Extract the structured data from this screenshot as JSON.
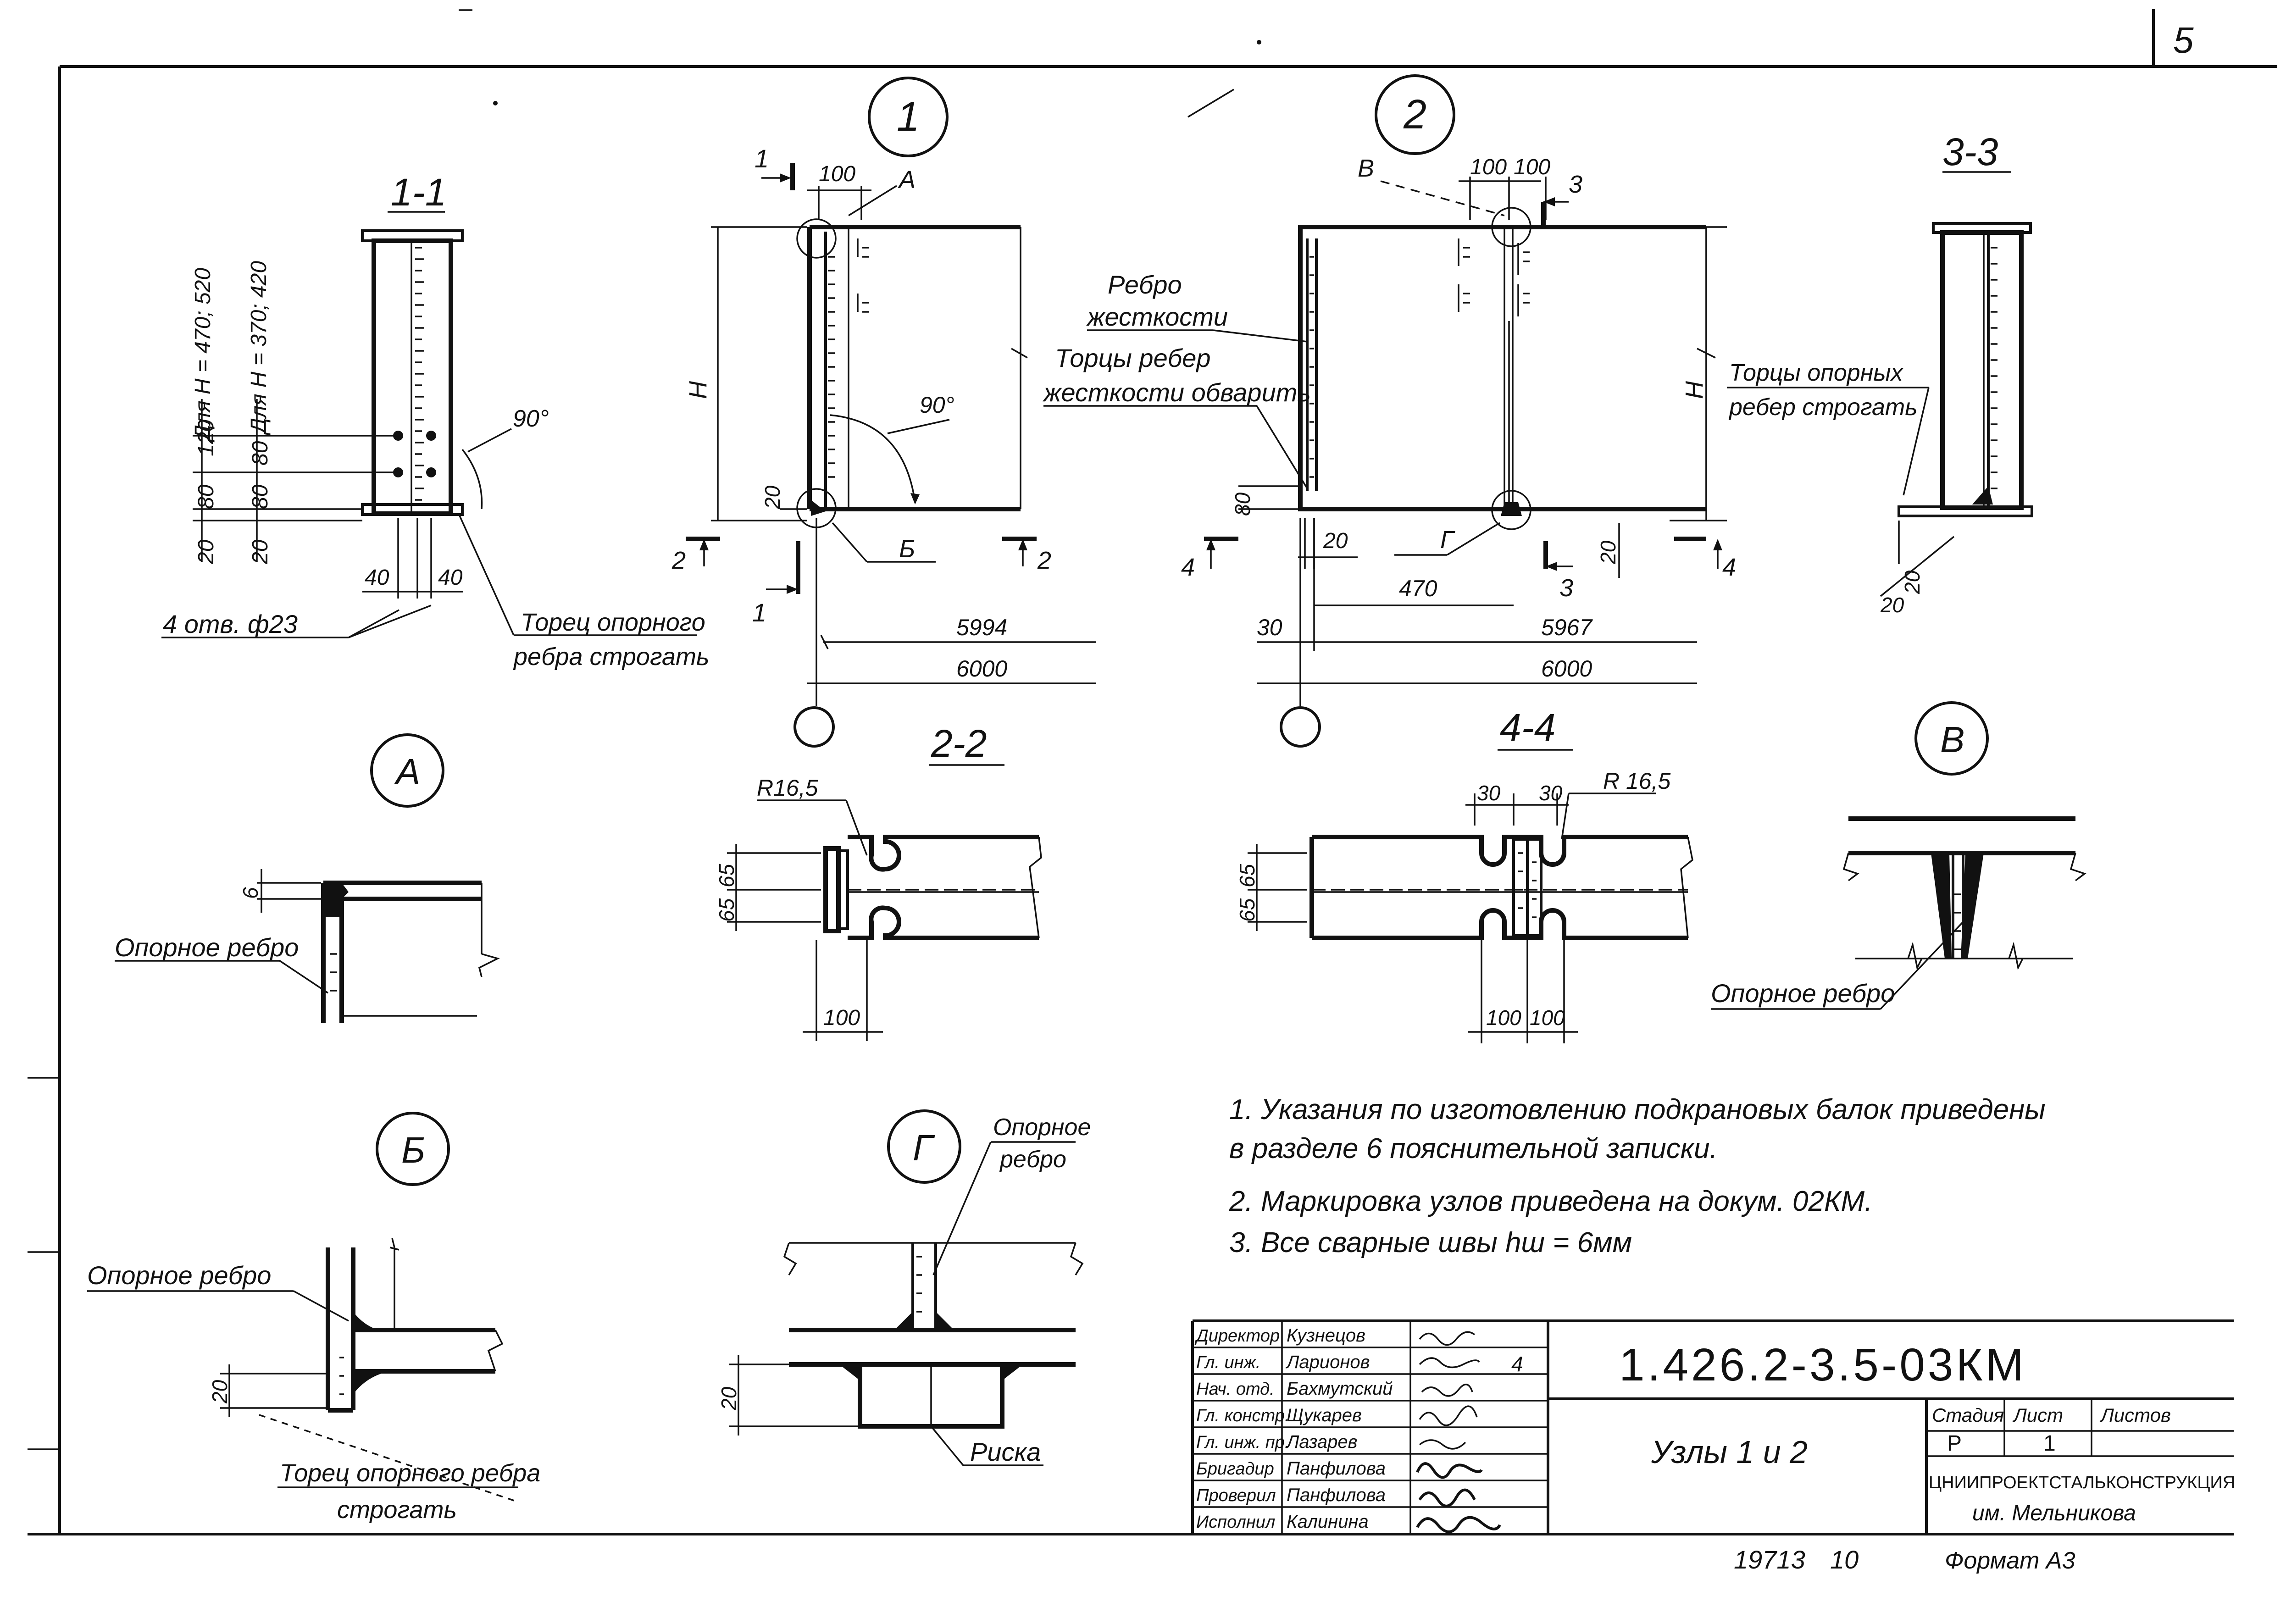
{
  "sheet_corner": "5",
  "section_1_1": {
    "title": "1-1",
    "note_a": "Для Н = 470; 520",
    "note_b": "Для Н = 370; 420",
    "dims_a": [
      "120",
      "80",
      "20"
    ],
    "dims_b": [
      "80",
      "80",
      "20"
    ],
    "bottom_dims": [
      "40",
      "40"
    ],
    "angle": "90°",
    "holes": "4 отв. ф23",
    "callout_line1": "Торец опорного",
    "callout_line2": "ребра строгать"
  },
  "node_1": {
    "number": "1",
    "section_mark": "1",
    "section_mark_bottom": "1",
    "mark_2_left": "2",
    "mark_2_right": "2",
    "detail_A": "А",
    "detail_B": "Б",
    "dim_top": "100",
    "dim_h": "Н",
    "dim_20": "20",
    "angle": "90°",
    "dim_5994": "5994",
    "dim_6000": "6000"
  },
  "node_2": {
    "number": "2",
    "detail_V": "В",
    "detail_G": "Г",
    "dims_top": [
      "100",
      "100"
    ],
    "mark_3_top": "3",
    "mark_3_bottom": "3",
    "mark_4_left": "4",
    "mark_4_right": "4",
    "rib_label_line1": "Ребро",
    "rib_label_line2": "жесткости",
    "weld_note_line1": "Торцы ребер",
    "weld_note_line2": "жесткости обварить",
    "dim_h": "Н",
    "dim_80": "80",
    "dim_20_left": "20",
    "dim_20_right": "20",
    "dim_470": "470",
    "dim_30": "30",
    "dim_5967": "5967",
    "dim_6000": "6000"
  },
  "section_3_3": {
    "title": "3-3",
    "note_line1": "Торцы опорных",
    "note_line2": "ребер строгать",
    "dims": [
      "20",
      "20"
    ]
  },
  "detail_A": {
    "label": "А",
    "dim": "6",
    "rib_label": "Опорное ребро"
  },
  "section_2_2": {
    "title": "2-2",
    "radius": "R16,5",
    "dims_left": [
      "65",
      "65"
    ],
    "dim_bottom": "100"
  },
  "section_4_4": {
    "title": "4-4",
    "radius": "R 16,5",
    "dims_top": [
      "30",
      "30"
    ],
    "dims_left": [
      "65",
      "65"
    ],
    "dims_bottom": [
      "100",
      "100"
    ]
  },
  "detail_V": {
    "label": "В",
    "rib_label": "Опорное ребро"
  },
  "detail_B": {
    "label": "Б",
    "rib_label": "Опорное ребро",
    "dim": "20",
    "note_line1": "Торец опорного ребра",
    "note_line2": "строгать"
  },
  "detail_G": {
    "label": "Г",
    "rib_label_line1": "Опорное",
    "rib_label_line2": "ребро",
    "dim": "20",
    "mark_label": "Риска"
  },
  "notes": [
    "1. Указания по изготовлению подкрановых балок приведены",
    "в разделе 6 пояснительной записки.",
    "2. Маркировка узлов приведена на докум. 02КМ.",
    "3. Все сварные швы hш = 6мм"
  ],
  "title_block": {
    "roles": [
      "Директор",
      "Гл. инж.",
      "Нач. отд.",
      "Гл. констр.",
      "Гл. инж. пр.",
      "Бригадир",
      "Проверил",
      "Исполнил"
    ],
    "names": [
      "Кузнецов",
      "Ларионов",
      "Бахмутский",
      "Щукарев",
      "Лазарев",
      "Панфилова",
      "Панфилова",
      "Калинина"
    ],
    "doc_code": "1.426.2-3.5-03КМ",
    "sheet_title": "Узлы 1 и 2",
    "stage_header": "Стадия",
    "sheet_header": "Лист",
    "sheets_header": "Листов",
    "stage_value": "Р",
    "sheet_value": "1",
    "organization": "ЦНИИПРОЕКТСТАЛЬКОНСТРУКЦИЯ",
    "organization_sub": "им. Мельникова",
    "tick": "4"
  },
  "footer": {
    "archive_no": "19713",
    "archive_sub": "10",
    "format": "Формат А3"
  }
}
